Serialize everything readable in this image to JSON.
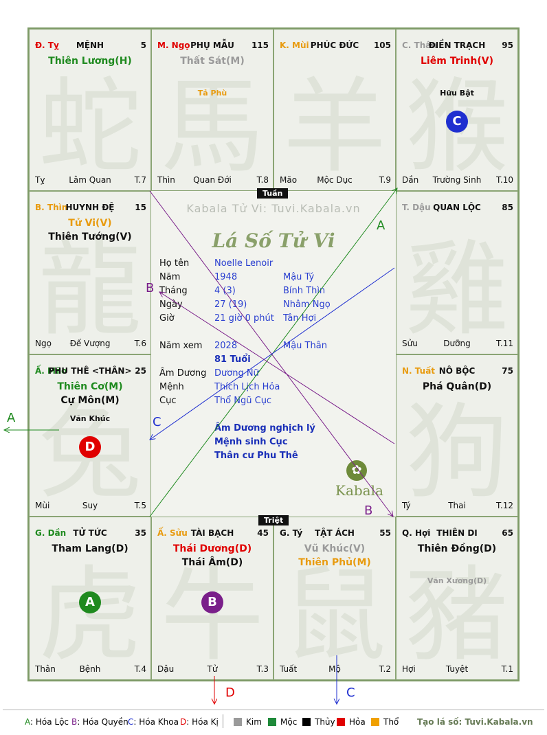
{
  "colors": {
    "green": "#1f8a1f",
    "purple": "#7a1f8a",
    "blue": "#1f2fd0",
    "red": "#e00000",
    "orange": "#e89b10",
    "gray": "#9a9a9a",
    "kim": "#9a9a9a",
    "moc": "#1f8a3a",
    "thuy": "#000000",
    "hoa": "#e00000",
    "tho": "#f0a000"
  },
  "palaces": [
    {
      "id": "ty",
      "branch": "Đ. Tỵ",
      "branch_color": "#e00000",
      "name": "MỆNH",
      "num": "5",
      "stars": [
        {
          "t": "Thiên Lương(H)",
          "c": "#1f8a1f"
        }
      ],
      "minor": "",
      "badge": "",
      "bottom_left": "Tỵ",
      "bottom_center": "Lâm Quan",
      "bottom_right": "T.7",
      "bg": "蛇"
    },
    {
      "id": "ngo",
      "branch": "M. Ngọ",
      "branch_color": "#e00000",
      "name": "PHỤ MẪU",
      "num": "115",
      "stars": [
        {
          "t": "Thất Sát(M)",
          "c": "#9a9a9a"
        }
      ],
      "minor": "Tả Phù",
      "minor_color": "#e89b10",
      "badge": "",
      "bottom_left": "Thìn",
      "bottom_center": "Quan Đới",
      "bottom_right": "T.8",
      "bg": "馬"
    },
    {
      "id": "mui",
      "branch": "K. Mùi",
      "branch_color": "#e89b10",
      "name": "PHÚC ĐỨC",
      "num": "105",
      "stars": [],
      "minor": "",
      "badge": "",
      "bottom_left": "Mão",
      "bottom_center": "Mộc Dục",
      "bottom_right": "T.9",
      "bg": "羊"
    },
    {
      "id": "than",
      "branch": "C. Thân",
      "branch_color": "#9a9a9a",
      "name": "ĐIỀN TRẠCH",
      "num": "95",
      "stars": [
        {
          "t": "Liêm Trinh(V)",
          "c": "#e00000"
        }
      ],
      "minor": "Hữu Bật",
      "minor_color": "#111111",
      "badge": "C",
      "badge_color": "#1f2fd0",
      "bottom_left": "Dần",
      "bottom_center": "Trường Sinh",
      "bottom_right": "T.10",
      "bg": "猴"
    },
    {
      "id": "thin",
      "branch": "B. Thìn",
      "branch_color": "#e89b10",
      "name": "HUYNH ĐỆ",
      "num": "15",
      "stars": [
        {
          "t": "Tử Vi(V)",
          "c": "#e89b10"
        },
        {
          "t": "Thiên Tướng(V)",
          "c": "#111111"
        }
      ],
      "minor": "",
      "badge": "",
      "bottom_left": "Ngọ",
      "bottom_center": "Đế Vượng",
      "bottom_right": "T.6",
      "bg": "龍"
    },
    {
      "id": "dau",
      "branch": "T. Dậu",
      "branch_color": "#9a9a9a",
      "name": "QUAN LỘC",
      "num": "85",
      "stars": [],
      "minor": "",
      "badge": "",
      "bottom_left": "Sửu",
      "bottom_center": "Dưỡng",
      "bottom_right": "T.11",
      "bg": "雞"
    },
    {
      "id": "mao",
      "branch": "Ấ. Mão",
      "branch_color": "#1f8a1f",
      "name": "PHU THÊ <THÂN>",
      "num": "25",
      "stars": [
        {
          "t": "Thiên Cơ(M)",
          "c": "#1f8a1f"
        },
        {
          "t": "Cự Môn(M)",
          "c": "#111111"
        }
      ],
      "minor": "Văn Khúc",
      "minor_color": "#111111",
      "badge": "D",
      "badge_color": "#e00000",
      "bottom_left": "Mùi",
      "bottom_center": "Suy",
      "bottom_right": "T.5",
      "bg": "兔"
    },
    {
      "id": "tuat",
      "branch": "N. Tuất",
      "branch_color": "#e89b10",
      "name": "NÔ BỘC",
      "num": "75",
      "stars": [
        {
          "t": "Phá Quân(D)",
          "c": "#111111"
        }
      ],
      "minor": "",
      "badge": "",
      "bottom_left": "Tý",
      "bottom_center": "Thai",
      "bottom_right": "T.12",
      "bg": "狗"
    },
    {
      "id": "dan",
      "branch": "G. Dần",
      "branch_color": "#1f8a1f",
      "name": "TỬ TỨC",
      "num": "35",
      "stars": [
        {
          "t": "Tham Lang(D)",
          "c": "#111111"
        }
      ],
      "minor": "",
      "badge": "A",
      "badge_color": "#1f8a1f",
      "bottom_left": "Thân",
      "bottom_center": "Bệnh",
      "bottom_right": "T.4",
      "bg": "虎"
    },
    {
      "id": "suu",
      "branch": "Ấ. Sửu",
      "branch_color": "#e89b10",
      "name": "TÀI BẠCH",
      "num": "45",
      "stars": [
        {
          "t": "Thái Dương(D)",
          "c": "#e00000"
        },
        {
          "t": "Thái Âm(D)",
          "c": "#111111"
        }
      ],
      "minor": "",
      "badge": "B",
      "badge_color": "#7a1f8a",
      "bottom_left": "Dậu",
      "bottom_center": "Tử",
      "bottom_right": "T.3",
      "bg": "牛"
    },
    {
      "id": "ty2",
      "branch": "G. Tý",
      "branch_color": "#111111",
      "name": "TẬT ÁCH",
      "num": "55",
      "stars": [
        {
          "t": "Vũ Khúc(V)",
          "c": "#9a9a9a"
        },
        {
          "t": "Thiên Phủ(M)",
          "c": "#e89b10"
        }
      ],
      "minor": "",
      "badge": "",
      "bottom_left": "Tuất",
      "bottom_center": "Mộ",
      "bottom_right": "T.2",
      "bg": "鼠"
    },
    {
      "id": "hoi",
      "branch": "Q. Hợi",
      "branch_color": "#111111",
      "name": "THIÊN DI",
      "num": "65",
      "stars": [
        {
          "t": "Thiên Đồng(D)",
          "c": "#111111"
        }
      ],
      "minor": "Văn Xương(D)",
      "minor_color": "#9a9a9a",
      "badge": "",
      "bottom_left": "Hợi",
      "bottom_center": "Tuyệt",
      "bottom_right": "T.1",
      "bg": "豬"
    }
  ],
  "center": {
    "tag_top": "Tuần",
    "tag_bottom": "Triệt",
    "watermark": "Kabala Tử Vi: Tuvi.Kabala.vn",
    "title": "Lá Số Tử Vi",
    "rows": [
      {
        "label": "Họ tên",
        "v1": "Noelle Lenoir",
        "v2": ""
      },
      {
        "label": "Năm",
        "v1": "1948",
        "v2": "Mậu Tý"
      },
      {
        "label": "Tháng",
        "v1": "4  (3)",
        "v2": "Bính Thìn"
      },
      {
        "label": "Ngày",
        "v1": "27  (19)",
        "v2": "Nhâm Ngọ"
      },
      {
        "label": "Giờ",
        "v1": "21 giờ 0 phút",
        "v2": "Tân Hợi"
      }
    ],
    "view_year_label": "Năm xem",
    "view_year": "2028",
    "view_year_can": "Mậu Thân",
    "age": "81 Tuổi",
    "rows2": [
      {
        "label": "Âm Dương",
        "v": "Dương Nữ"
      },
      {
        "label": "Mệnh",
        "v": "Thích Lịch Hỏa"
      },
      {
        "label": "Cục",
        "v": "Thổ Ngũ Cục"
      }
    ],
    "notes": [
      "Âm Dương nghịch lý",
      "Mệnh sinh Cục",
      "Thân cư Phu Thê"
    ],
    "logo_text": "Kabala"
  },
  "arrows": {
    "labels": [
      "A",
      "A",
      "B",
      "B",
      "C",
      "C",
      "D"
    ]
  },
  "legend": {
    "a_key": "A",
    "a": ": Hóa Lộc",
    "b_key": "B",
    "b": ": Hóa Quyền",
    "c_key": "C",
    "c": ": Hóa Khoa",
    "d_key": "D",
    "d": ": Hóa Kị",
    "elements": [
      {
        "name": "Kim",
        "color": "#9a9a9a"
      },
      {
        "name": "Mộc",
        "color": "#1f8a3a"
      },
      {
        "name": "Thủy",
        "color": "#000000"
      },
      {
        "name": "Hỏa",
        "color": "#e00000"
      },
      {
        "name": "Thổ",
        "color": "#f0a000"
      }
    ],
    "credit": "Tạo lá số: Tuvi.Kabala.vn"
  }
}
